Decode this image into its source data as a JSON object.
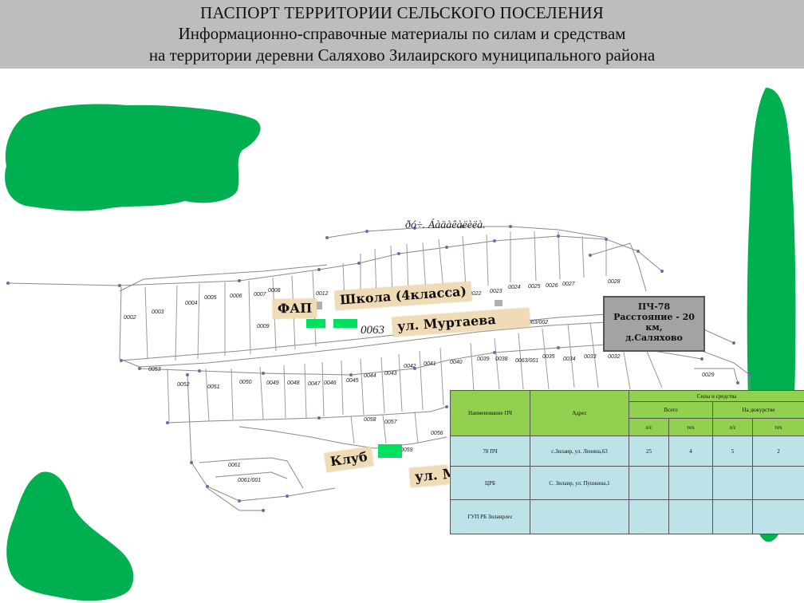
{
  "header": {
    "line1": "ПАСПОРТ ТЕРРИТОРИИ СЕЛЬСКОГО ПОСЕЛЕНИЯ",
    "line2": "Информационно-справочные материалы по силам и средствам",
    "line3": "на территории деревни Саляхово Зилаирского муниципального района"
  },
  "map": {
    "garbled_title": "ðó÷. Áàäàêàëèëà.",
    "labels": {
      "fap": "ФАП",
      "school": "Школа (4класса)",
      "street_top": "ул. Муртаева",
      "club": "Клуб",
      "street_bottom": "ул. М",
      "road_code": "0063"
    },
    "plots": [
      {
        "id": "0002"
      },
      {
        "id": "0003"
      },
      {
        "id": "0004"
      },
      {
        "id": "0005"
      },
      {
        "id": "0006"
      },
      {
        "id": "0007"
      },
      {
        "id": "0008"
      },
      {
        "id": "0009"
      },
      {
        "id": "0012"
      },
      {
        "id": "0022"
      },
      {
        "id": "0023"
      },
      {
        "id": "0024"
      },
      {
        "id": "0025"
      },
      {
        "id": "0026"
      },
      {
        "id": "0027"
      },
      {
        "id": "0028"
      },
      {
        "id": "0053"
      },
      {
        "id": "0052"
      },
      {
        "id": "0051"
      },
      {
        "id": "0050"
      },
      {
        "id": "0049"
      },
      {
        "id": "0048"
      },
      {
        "id": "0047"
      },
      {
        "id": "0046"
      },
      {
        "id": "0045"
      },
      {
        "id": "0044"
      },
      {
        "id": "0043"
      },
      {
        "id": "0042"
      },
      {
        "id": "0041"
      },
      {
        "id": "0040"
      },
      {
        "id": "0039"
      },
      {
        "id": "0038"
      },
      {
        "id": "0063/001"
      },
      {
        "id": "0035"
      },
      {
        "id": "0034"
      },
      {
        "id": "0033"
      },
      {
        "id": "0032"
      },
      {
        "id": "0029"
      },
      {
        "id": "0058"
      },
      {
        "id": "0057"
      },
      {
        "id": "0056"
      },
      {
        "id": "0059"
      },
      {
        "id": "0061"
      },
      {
        "id": "0061/001"
      },
      {
        "id": "0063/002"
      }
    ],
    "colors": {
      "forest": "#00b050",
      "building": "#00e060",
      "label_bg": "#efdcb6"
    }
  },
  "fire_station": {
    "line1": "ПЧ-78",
    "line2": "Расстояние - 20",
    "line3": "км,",
    "line4": "д.Саляхово"
  },
  "forces_table": {
    "col_name": "Наименование ПЧ",
    "col_address": "Адрес",
    "col_forces": "Силы и средства",
    "col_total": "Всего",
    "col_duty": "На дежурстве",
    "sub_ls": "л/с",
    "sub_tech": "тех",
    "rows": [
      {
        "name": "78 ПЧ",
        "address": "с.Зилаир, ул. Ленина,63",
        "total_ls": "25",
        "total_tech": "4",
        "duty_ls": "5",
        "duty_tech": "2"
      },
      {
        "name": "ЦРБ",
        "address": "С. Зилаир, ул. Пушкина,1",
        "total_ls": "",
        "total_tech": "",
        "duty_ls": "",
        "duty_tech": ""
      },
      {
        "name": "ГУП РБ Зилаирлес",
        "address": "",
        "total_ls": "",
        "total_tech": "",
        "duty_ls": "",
        "duty_tech": ""
      }
    ]
  }
}
